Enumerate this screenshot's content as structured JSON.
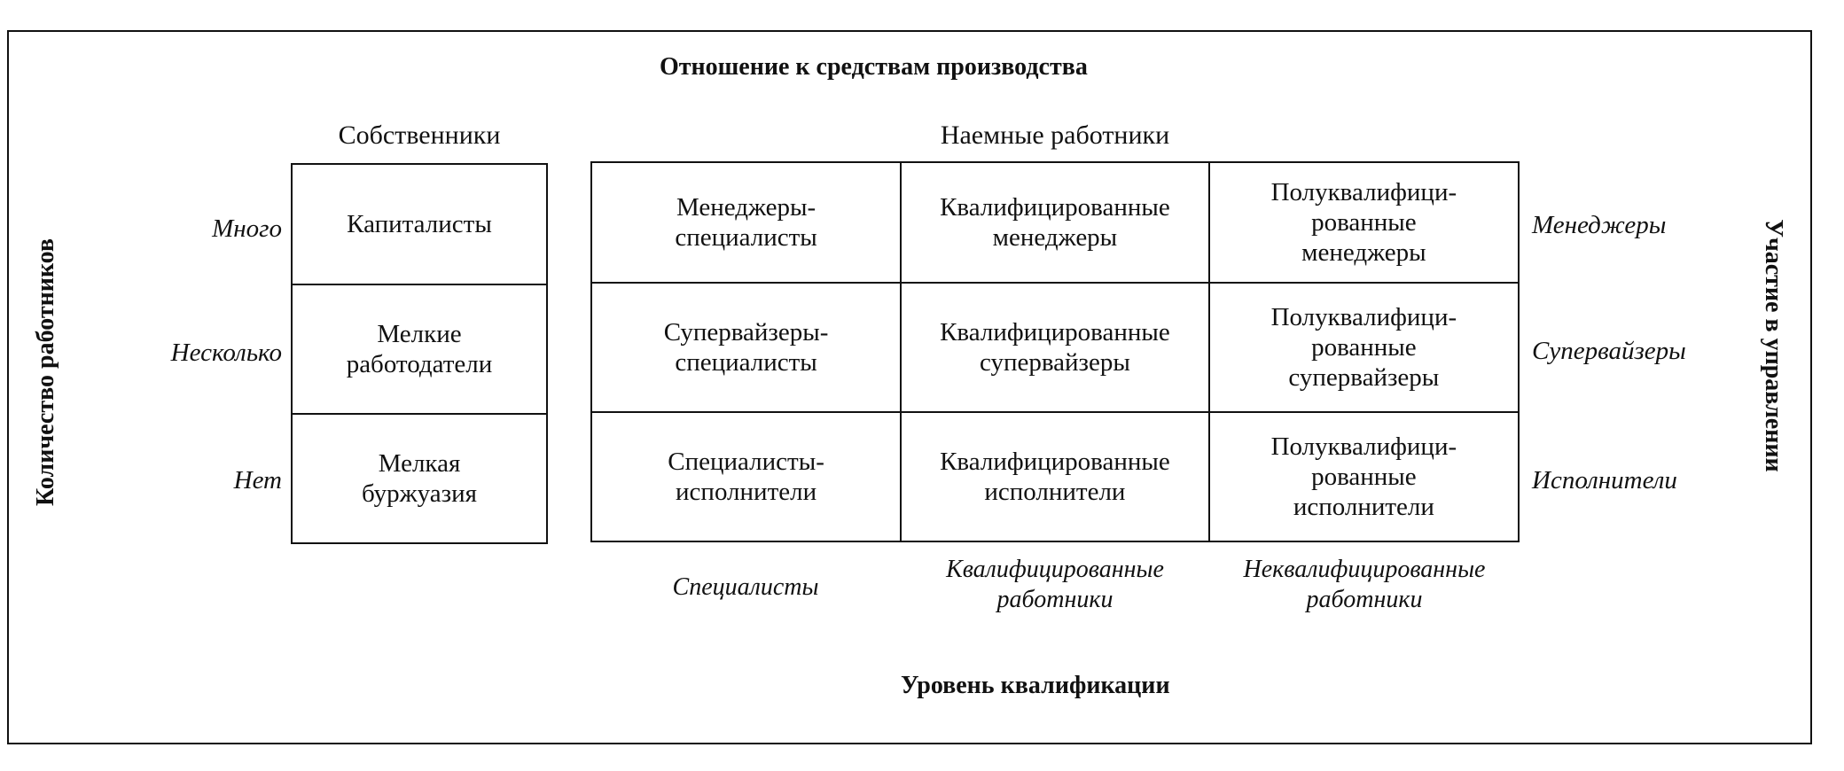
{
  "title_top": "Отношение к средствам производства",
  "title_bottom": "Уровень квалификации",
  "axis_left": "Количество работников",
  "axis_right": "Участие в управлении",
  "owners_header": "Собственники",
  "employees_header": "Наемные работники",
  "row_labels": [
    "Много",
    "Несколько",
    "Нет"
  ],
  "right_labels": [
    "Менеджеры",
    "Супервайзеры",
    "Исполнители"
  ],
  "owners": [
    "Капиталисты",
    "Мелкие\nработодатели",
    "Мелкая\nбуржуазия"
  ],
  "employees": [
    [
      "Менеджеры-\nспециалисты",
      "Квалифицированные\nменеджеры",
      "Полуквалифици-\nрованные\nменеджеры"
    ],
    [
      "Супервайзеры-\nспециалисты",
      "Квалифицированные\nсупервайзеры",
      "Полуквалифици-\nрованные\nсупервайзеры"
    ],
    [
      "Специалисты-\nисполнители",
      "Квалифицированные\nисполнители",
      "Полуквалифици-\nрованные\nисполнители"
    ]
  ],
  "column_labels": [
    "Специалисты",
    "Квалифицированные\nработники",
    "Неквалифицированные\nработники"
  ]
}
